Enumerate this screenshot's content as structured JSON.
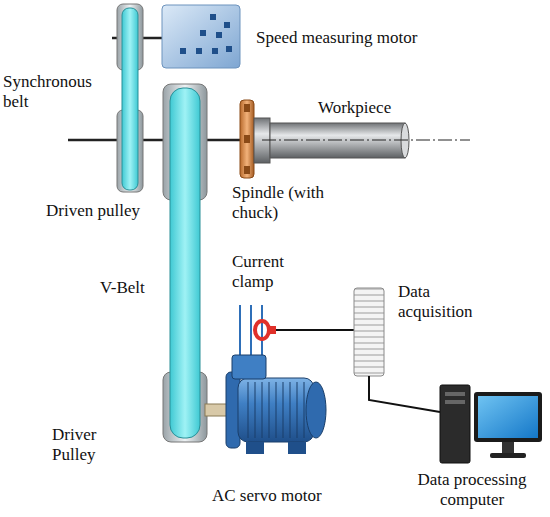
{
  "diagram": {
    "labels": [
      "Speed measuring motor",
      "Synchronous belt",
      "Workpiece",
      "Spindle (with chuck)",
      "Driven pulley",
      "V-Belt",
      "Current clamp",
      "Data acquisition",
      "Driver Pulley",
      "AC servo motor",
      "Data processing computer"
    ]
  }
}
